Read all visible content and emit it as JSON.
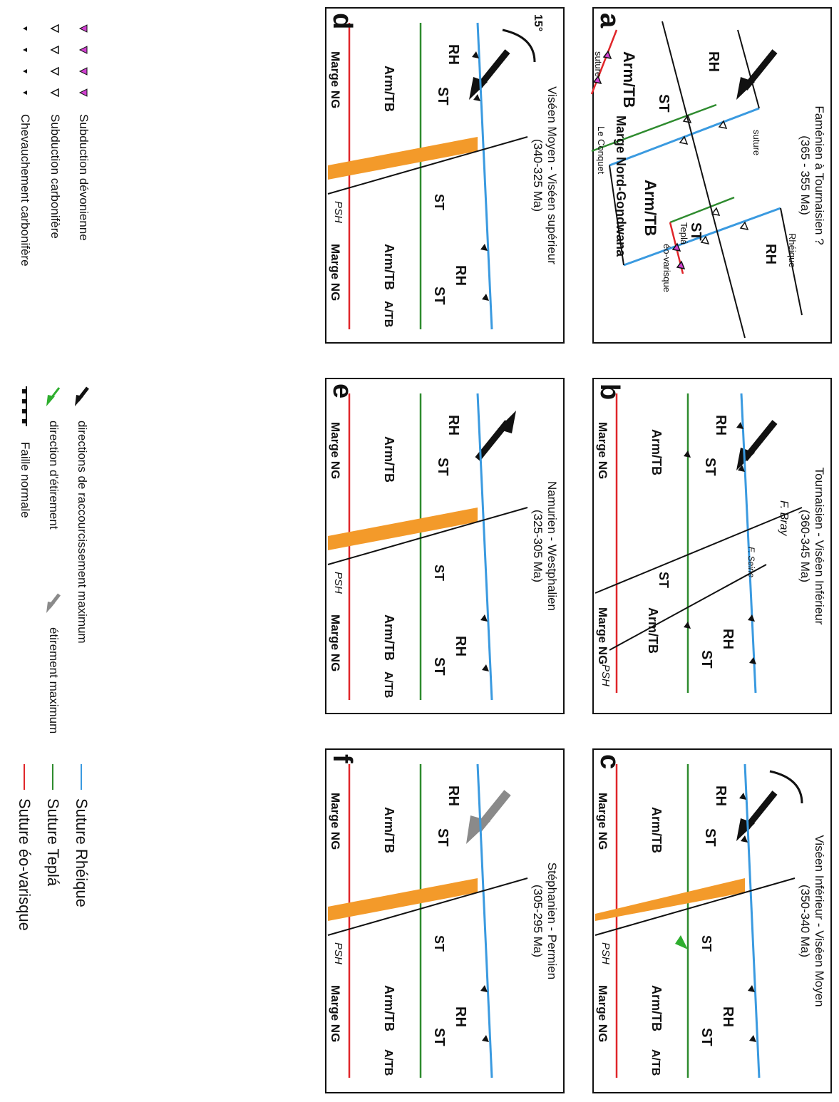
{
  "colors": {
    "rheic": "#3a9ae0",
    "tepla": "#2e8b2e",
    "eovariscan": "#e0262a",
    "basin": "#f39a2a",
    "stretch_arrow": "#2eae2e",
    "black": "#111111",
    "grey_arrow": "#8a8a8a"
  },
  "panels": [
    {
      "id": "a",
      "title": "Faménien à Tournaisien ?",
      "subtitle": "(365 - 355 Ma)",
      "labels": {
        "rh1": "RH",
        "rh2": "RH",
        "st1": "ST",
        "st2": "ST",
        "arm1": "Arm/TB",
        "arm2": "Arm/TB",
        "suture1": "suture",
        "rheique": "Rhéique",
        "leconquet": "Le Conquet",
        "tepla": "Teplá",
        "suture2": "suture",
        "eovarisque": "éo-varisque",
        "marge": "Marge Nord-Gondwana"
      }
    },
    {
      "id": "b",
      "title": "Tournaisien - Viséen Inférieur",
      "subtitle": "(360-345 Ma)",
      "labels": {
        "rh1": "RH",
        "rh2": "RH",
        "st1": "ST",
        "st2": "ST",
        "st3": "ST",
        "arm1": "Arm/TB",
        "arm2": "Arm/TB",
        "fbray": "F. Bray",
        "fseine": "F. Seine",
        "marge1": "Marge NG",
        "marge2": "Marge NG",
        "psh": "PSH"
      }
    },
    {
      "id": "c",
      "title": "Viséen Inférieur - Viséen Moyen",
      "subtitle": "(350-340 Ma)",
      "labels": {
        "rh1": "RH",
        "rh2": "RH",
        "st1": "ST",
        "st2": "ST",
        "st3": "ST",
        "arm1": "Arm/TB",
        "arm2": "Arm/TB",
        "atb": "A/TB",
        "marge1": "Marge NG",
        "marge2": "Marge NG",
        "psh": "PSH"
      }
    },
    {
      "id": "d",
      "title": "Viséen Moyen - Viséen supérieur",
      "subtitle": "(340-325 Ma)",
      "labels": {
        "rot": "15°",
        "rh1": "RH",
        "rh2": "RH",
        "st1": "ST",
        "st2": "ST",
        "st3": "ST",
        "arm1": "Arm/TB",
        "arm2": "Arm/TB",
        "atb": "A/TB",
        "marge1": "Marge NG",
        "marge2": "Marge NG",
        "psh": "PSH"
      }
    },
    {
      "id": "e",
      "title": "Namurien - Westphalien",
      "subtitle": "(325-305 Ma)",
      "labels": {
        "rh1": "RH",
        "rh2": "RH",
        "st1": "ST",
        "st2": "ST",
        "st3": "ST",
        "arm1": "Arm/TB",
        "arm2": "Arm/TB",
        "atb": "A/TB",
        "marge1": "Marge NG",
        "marge2": "Marge NG",
        "psh": "PSH"
      }
    },
    {
      "id": "f",
      "title": "Stéphanien - Permien",
      "subtitle": "(305-295 Ma)",
      "labels": {
        "rh1": "RH",
        "rh2": "RH",
        "st1": "ST",
        "st2": "ST",
        "st3": "ST",
        "arm1": "Arm/TB",
        "arm2": "Arm/TB",
        "atb": "A/TB",
        "marge1": "Marge NG",
        "marge2": "Marge NG",
        "psh": "PSH"
      }
    }
  ],
  "legend": {
    "subduction_devonienne": "Subduction dévonienne",
    "subduction_carbonifere": "Subduction carbonifère",
    "chevauchement": "Chevauchement carbonifère",
    "raccourcissement": "directions de raccourcissement maximum",
    "etirement_dir": "direction d'étirement",
    "etirement_max": "étirement maximum",
    "faille_normale": "Faille normale",
    "suture_rheique": "Suture Rhéique",
    "suture_tepla": "Suture Teplá",
    "suture_eovarisque": "Suture éo-varisque"
  }
}
